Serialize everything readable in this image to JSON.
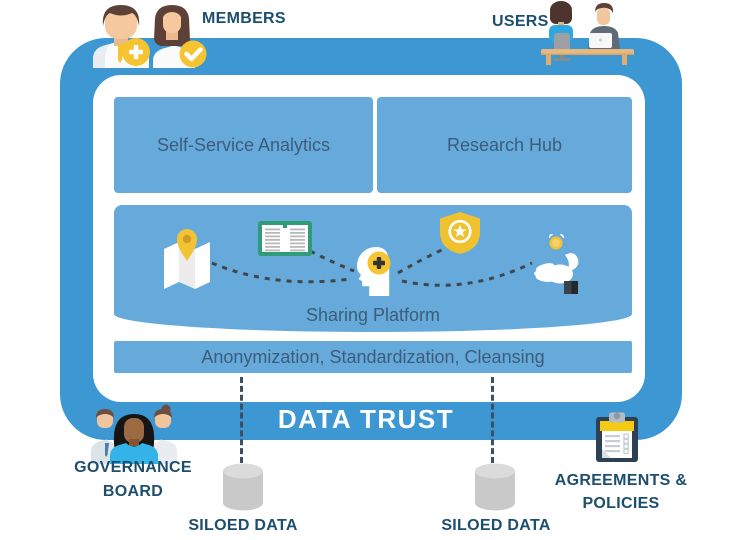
{
  "labels": {
    "members": "MEMBERS",
    "users": "USERS",
    "data_trust": "DATA TRUST",
    "governance": [
      "GOVERNANCE",
      "BOARD"
    ],
    "siloed_left": "SILOED DATA",
    "siloed_right": "SILOED DATA",
    "agreements": [
      "AGREEMENTS &",
      "POLICIES"
    ]
  },
  "panels": {
    "self_service": "Self-Service Analytics",
    "research": "Research Hub",
    "sharing": "Sharing Platform",
    "pipeline": "Anonymization, Standardization, Cleansing"
  },
  "icons": {
    "members": "member-avatars-icon",
    "users": "users-at-desk-icon",
    "governance": "governance-board-group-icon",
    "agreements": "clipboard-icon",
    "siloed": "database-cylinder-icon",
    "sharing_row": [
      "map-location-icon",
      "open-book-icon",
      "head-plus-icon",
      "shield-star-icon",
      "hand-coin-icon"
    ]
  },
  "colors": {
    "container_blue": "#3d97d3",
    "panel_white": "#ffffff",
    "box_blue": "#66aadb",
    "label_navy": "#1d4e6e",
    "box_text": "#3d5c7a",
    "title_white": "#ffffff",
    "accent_yellow": "#f2c335",
    "book_green": "#2f9c77",
    "cylinder_gray": "#c9c9c9",
    "dash_dark": "#3d4f63"
  }
}
